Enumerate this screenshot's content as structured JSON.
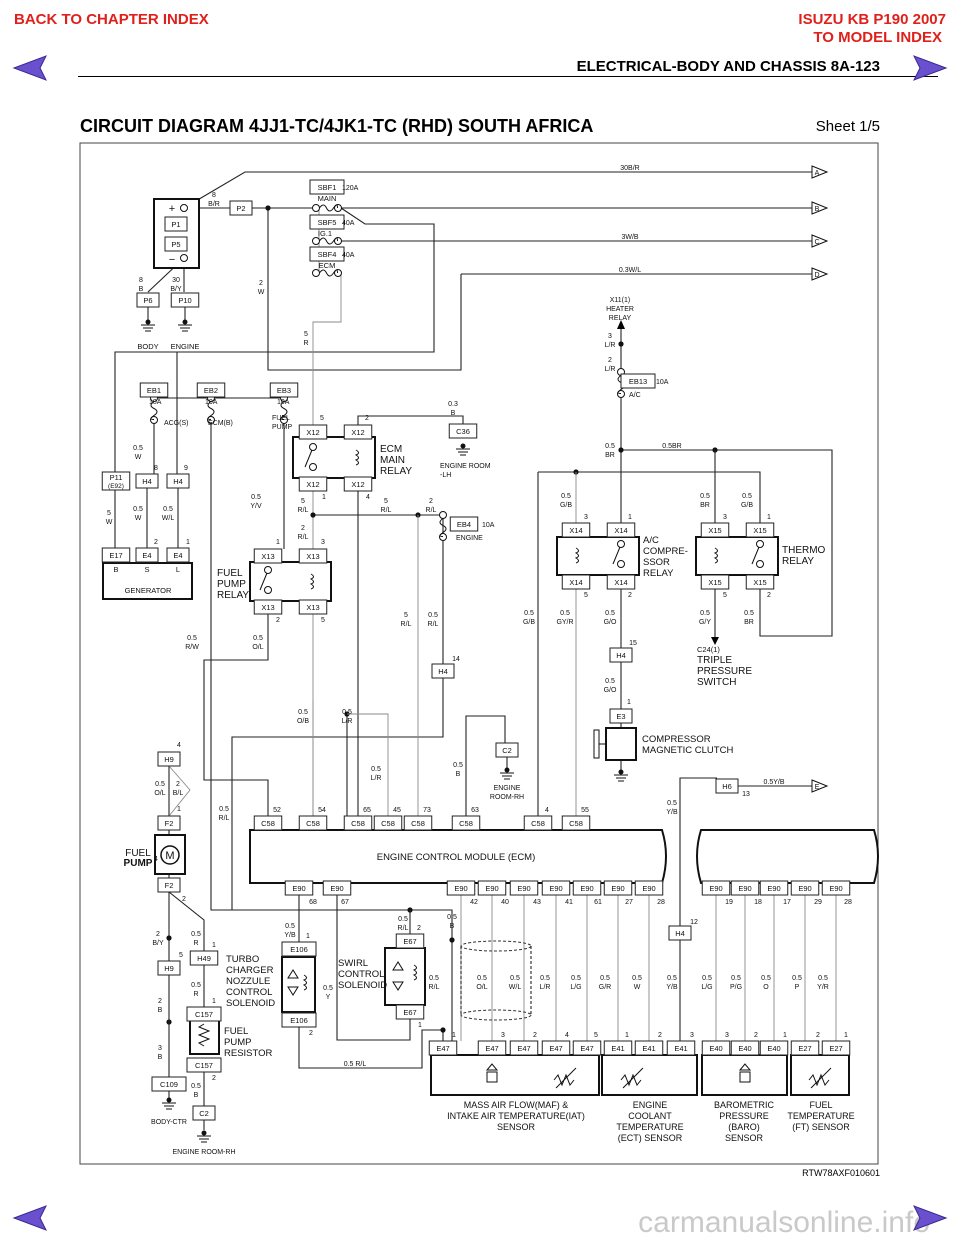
{
  "header": {
    "back_link": "BACK TO CHAPTER INDEX",
    "model": "ISUZU KB P190 2007",
    "model_index_link": "TO MODEL INDEX",
    "section": "ELECTRICAL-BODY AND CHASSIS  8A-123",
    "title": "CIRCUIT DIAGRAM 4JJ1-TC/4JK1-TC (RHD) SOUTH AFRICA",
    "sheet": "Sheet 1/5"
  },
  "footer": {
    "figure_id": "RTW78AXF010601",
    "watermark": "carmanualsonline.info"
  },
  "diagram": {
    "connectors": [
      "P2",
      "P1",
      "P5",
      "P6",
      "P10",
      "SBF1",
      "SBF5",
      "SBF4",
      "EB1",
      "EB2",
      "EB3",
      "C36",
      "X12",
      "X12",
      "X12",
      "X12",
      "H4",
      "H4",
      "E17",
      "E4",
      "E4",
      "EB4",
      "EB13",
      "X13",
      "X13",
      "X13",
      "X13",
      "X14",
      "X14",
      "X14",
      "X14",
      "X15",
      "X15",
      "X15",
      "X15",
      "H4",
      "E3",
      "H4",
      "C2",
      "H9",
      "H6",
      "C58",
      "C58",
      "C58",
      "C58",
      "C58",
      "C58",
      "C58",
      "C58",
      "F2",
      "F2",
      "E90",
      "E90",
      "E90",
      "E90",
      "E90",
      "E90",
      "E90",
      "E90",
      "E90",
      "E90",
      "E90",
      "E90",
      "E90",
      "E90",
      "H4",
      "E106",
      "E106",
      "E67",
      "E67",
      "H49",
      "H9",
      "C157",
      "C157",
      "C109",
      "C2",
      "E47",
      "E47",
      "E47",
      "E47",
      "E47",
      "E41",
      "E41",
      "E41",
      "E40",
      "E40",
      "E40",
      "E27",
      "E27",
      "P11"
    ],
    "connector_sub": {
      "p11": "(E92)"
    },
    "terminals": [
      "A",
      "B",
      "C",
      "D",
      "E"
    ],
    "wires": [
      [
        "8",
        "B/R"
      ],
      [
        "8",
        "B"
      ],
      [
        "30",
        "B/Y"
      ],
      [
        "2",
        "W"
      ],
      [
        "5",
        "R"
      ],
      [
        "0.5",
        "W"
      ],
      [
        "5",
        "W"
      ],
      [
        "0.5",
        "W"
      ],
      [
        "0.5",
        "W/L"
      ],
      [
        "0.5",
        "Y/V"
      ],
      [
        "5",
        "R/L"
      ],
      [
        "5",
        "R/L"
      ],
      [
        "2",
        "R/L"
      ],
      [
        "2",
        "R/L"
      ],
      [
        "0.3",
        "B"
      ],
      [
        "0.5",
        "R/W"
      ],
      [
        "0.5",
        "O/L"
      ],
      [
        "5",
        "R/L"
      ],
      [
        "0.5",
        "R/L"
      ],
      [
        "3",
        "L/R"
      ],
      [
        "2",
        "L/R"
      ],
      [
        "0.5",
        "BR"
      ],
      [
        "0.5",
        "G/B"
      ],
      [
        "0.5",
        "BR"
      ],
      [
        "0.5",
        "G/B"
      ],
      [
        "0.5",
        "G/B"
      ],
      [
        "0.5",
        "GY/R"
      ],
      [
        "0.5",
        "G/O"
      ],
      [
        "0.5",
        "G/Y"
      ],
      [
        "0.5",
        "BR"
      ],
      [
        "0.5",
        "G/O"
      ],
      [
        "0.5",
        "O/B"
      ],
      [
        "0.5",
        "L/R"
      ],
      [
        "0.5",
        "L/R"
      ],
      [
        "0.5",
        "B"
      ],
      [
        "0.5",
        "O/L"
      ],
      [
        "2",
        "B/L"
      ],
      [
        "0.5",
        "R/L"
      ],
      [
        "0.5",
        "Y/B"
      ],
      [
        "0.5",
        "Y/B"
      ],
      [
        "0.5",
        "R/L"
      ],
      [
        "0.5",
        "B"
      ],
      [
        "2",
        "B/Y"
      ],
      [
        "0.5",
        "R"
      ],
      [
        "0.5",
        "R"
      ],
      [
        "2",
        "B"
      ],
      [
        "3",
        "B"
      ],
      [
        "0.5",
        "B"
      ],
      [
        "0.5",
        "Y"
      ],
      [
        "0.5",
        "R/L"
      ],
      [
        "0.5",
        "O/L"
      ],
      [
        "0.5",
        "W/L"
      ],
      [
        "0.5",
        "L/R"
      ],
      [
        "0.5",
        "L/G"
      ],
      [
        "0.5",
        "G/R"
      ],
      [
        "0.5",
        "W"
      ],
      [
        "0.5",
        "Y/B"
      ],
      [
        "0.5",
        "L/G"
      ],
      [
        "0.5",
        "P/G"
      ],
      [
        "0.5",
        "O"
      ],
      [
        "0.5",
        "P"
      ],
      [
        "0.5",
        "Y/R"
      ]
    ],
    "wire_lines": [
      "30B/R",
      "3W/B",
      "0.3W/L",
      "0.5BR",
      "0.5Y/B",
      "0.5 R/L"
    ],
    "labels": [
      "+",
      "−",
      "BODY",
      "ENGINE",
      "120A",
      "MAIN",
      "40A",
      "IG.1",
      "40A",
      "ECM",
      "10A",
      "10A",
      "10A",
      "ACG(S)",
      "ECM(B)",
      "FUEL",
      "PUMP",
      "ECM",
      "MAIN",
      "RELAY",
      "ENGINE ROOM",
      "-LH",
      "10A",
      "ENGINE",
      "B",
      "S",
      "L",
      "GENERATOR",
      "FUEL",
      "PUMP",
      "RELAY",
      "X11(1)",
      "HEATER",
      "RELAY",
      "10A",
      "A/C",
      "A/C",
      "COMPRE-",
      "SSOR",
      "RELAY",
      "THERMO",
      "RELAY",
      "C24(1)",
      "TRIPLE",
      "PRESSURE",
      "SWITCH",
      "COMPRESSOR",
      "MAGNETIC CLUTCH",
      "ENGINE",
      "ROOM-RH",
      "ENGINE CONTROL MODULE (ECM)",
      "FUEL",
      "PUMP",
      "M",
      "TURBO",
      "CHARGER",
      "NOZZULE",
      "CONTROL",
      "SOLENOID",
      "SWIRL",
      "CONTROL",
      "SOLENOID",
      "FUEL",
      "PUMP",
      "RESISTOR",
      "BODY-CTR",
      "ENGINE ROOM-RH",
      "MASS AIR FLOW(MAF) &",
      "INTAKE AIR TEMPERATURE(IAT)",
      "SENSOR",
      "ENGINE",
      "COOLANT",
      "TEMPERATURE",
      "(ECT) SENSOR",
      "BAROMETRIC",
      "PRESSURE",
      "(BARO)",
      "SENSOR",
      "FUEL",
      "TEMPERATURE",
      "(FT) SENSOR"
    ],
    "pins": [
      "5",
      "2",
      "1",
      "4",
      "8",
      "9",
      "2",
      "1",
      "1",
      "3",
      "2",
      "5",
      "3",
      "1",
      "5",
      "2",
      "3",
      "1",
      "5",
      "2",
      "15",
      "1",
      "14",
      "4",
      "2",
      "1",
      "52",
      "54",
      "65",
      "45",
      "73",
      "63",
      "4",
      "55",
      "13",
      "4",
      "68",
      "67",
      "42",
      "40",
      "43",
      "41",
      "61",
      "27",
      "28",
      "19",
      "18",
      "17",
      "29",
      "28",
      "12",
      "1",
      "2",
      "2",
      "1",
      "5",
      "1",
      "1",
      "2",
      "1",
      "3",
      "2",
      "4",
      "5",
      "1",
      "2",
      "3",
      "3",
      "2",
      "1",
      "2",
      "1"
    ]
  }
}
